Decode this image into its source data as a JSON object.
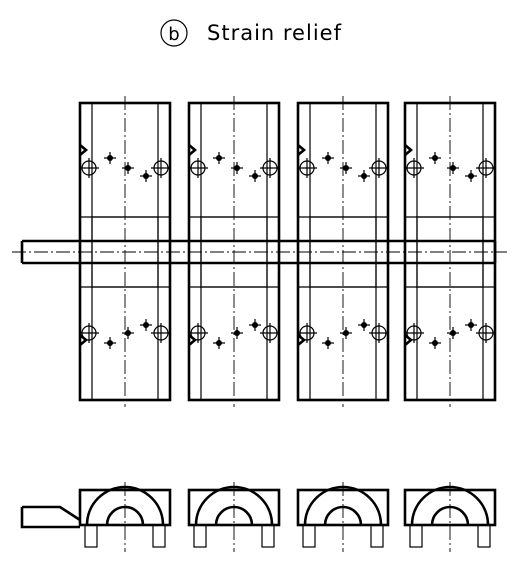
{
  "figure": {
    "badge_letter": "b",
    "title": "Strain relief",
    "module_count": 4
  }
}
